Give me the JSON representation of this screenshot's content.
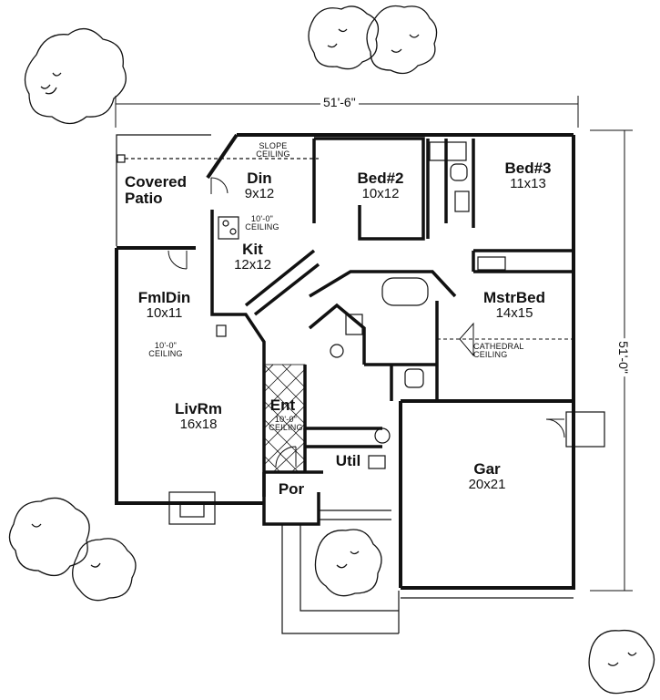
{
  "dimensions": {
    "width": "51'-6\"",
    "depth": "51'-0\""
  },
  "rooms": {
    "covered_patio": {
      "name_line1": "Covered",
      "name_line2": "Patio"
    },
    "din": {
      "name": "Din",
      "size": "9x12"
    },
    "bed2": {
      "name": "Bed#2",
      "size": "10x12"
    },
    "bed3": {
      "name": "Bed#3",
      "size": "11x13"
    },
    "kit": {
      "name": "Kit",
      "size": "12x12"
    },
    "fmldin": {
      "name": "FmlDin",
      "size": "10x11"
    },
    "mstrbed": {
      "name": "MstrBed",
      "size": "14x15"
    },
    "livrm": {
      "name": "LivRm",
      "size": "16x18"
    },
    "ent": {
      "name": "Ent"
    },
    "util": {
      "name": "Util"
    },
    "gar": {
      "name": "Gar",
      "size": "20x21"
    },
    "por": {
      "name": "Por"
    }
  },
  "notes": {
    "slope_ceiling": {
      "line1": "SLOPE",
      "line2": "CEILING"
    },
    "kit_ceiling": {
      "line1": "10'-0\"",
      "line2": "CEILING"
    },
    "fmldin_ceiling": {
      "line1": "10'-0\"",
      "line2": "CEILING"
    },
    "ent_ceiling": {
      "line1": "10'-0\"",
      "line2": "CEILING"
    },
    "cathedral_ceiling": {
      "line1": "CATHEDRAL",
      "line2": "CEILING"
    }
  }
}
